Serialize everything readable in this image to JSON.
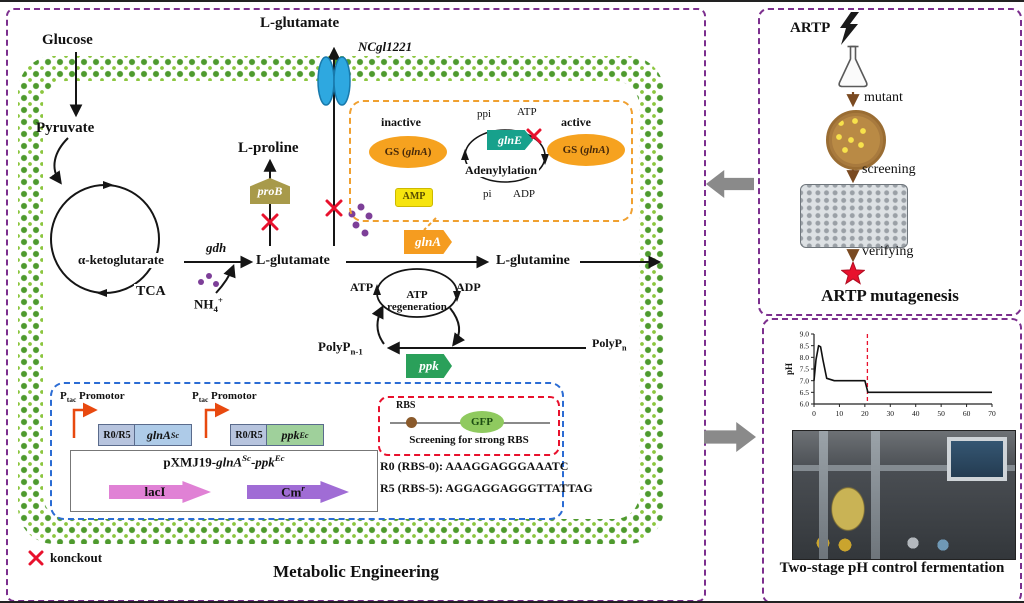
{
  "main": {
    "title": "Metabolic Engineering",
    "legend_knockout": "konckout",
    "glucose": "Glucose",
    "pyruvate": "Pyruvate",
    "alpha_ketoglutarate": "α-ketoglutarate",
    "tca": "TCA",
    "gdh": "gdh",
    "nh4": {
      "base": "NH",
      "sub": "4",
      "sup": "+"
    },
    "glutamate_mid": "L-glutamate",
    "proB": "proB",
    "proline": "L-proline",
    "glutamate_top": "L-glutamate",
    "ncgl1221": "NCgl1221",
    "glnA_tag": "glnA",
    "glutamine": "L-glutamine",
    "atp": "ATP",
    "adp": "ADP",
    "atp_regen": {
      "line1": "ATP",
      "line2": "regeneration"
    },
    "ppk_tag": "ppk",
    "polyp_prev": {
      "base": "PolyP",
      "sub": "n-1"
    },
    "polyp_n": {
      "base": "PolyP",
      "sub": "n"
    }
  },
  "gs_box": {
    "inactive": "inactive",
    "active": "active",
    "gs_label": {
      "pre": "GS (",
      "gene": "glnA",
      "post": ")"
    },
    "amp": "AMP",
    "ppi": "ppi",
    "atp": "ATP",
    "pi": "pi",
    "adp": "ADP",
    "glnE": "glnE",
    "adenylylation": "Adenylylation"
  },
  "construct": {
    "promoter": {
      "base": "P",
      "sub": "tac",
      "rest": " Promotor"
    },
    "rbs_slot": "R0/R5",
    "glnA_gene": {
      "base": "glnA",
      "sup": "Sc"
    },
    "ppk_gene": {
      "base": "ppk",
      "sup": "Ec"
    },
    "plasmid": {
      "p1": "pXMJ19-",
      "g1": "glnA",
      "s1": "Sc",
      "p2": "-",
      "g2": "ppk",
      "s2": "Ec"
    },
    "lacI": "lacI",
    "cmr": {
      "base": "Cm",
      "sup": "r"
    },
    "rbs": "RBS",
    "gfp": "GFP",
    "screening_caption": "Screening for strong RBS",
    "r0_seq": "R0 (RBS-0): AAAGGAGGGAAATC",
    "r5_seq": "R5 (RBS-5): AGGAGGAGGGTTATTAG"
  },
  "artp": {
    "title": "ARTP mutagenesis",
    "label": "ARTP",
    "mutant": "mutant",
    "screening": "screening",
    "verifying": "verifying"
  },
  "fermentation": {
    "title": "Two-stage pH control fermentation"
  },
  "chart_data": {
    "type": "line",
    "title": "",
    "xlabel": "",
    "ylabel": "pH",
    "xlim": [
      0,
      70
    ],
    "ylim": [
      6.0,
      9.0
    ],
    "xticks": [
      0,
      10,
      20,
      30,
      40,
      50,
      60,
      70
    ],
    "yticks": [
      "9.0",
      "8.5",
      "8.0",
      "7.5",
      "7.0",
      "6.5",
      "6.0"
    ],
    "grid": "off",
    "legend": "off",
    "series": [
      {
        "name": "pH",
        "x": [
          0,
          0.8,
          1.8,
          2.6,
          3.5,
          5,
          8,
          12,
          16,
          20,
          20.6,
          21.2,
          25,
          35,
          45,
          55,
          65,
          70
        ],
        "y": [
          7.0,
          7.9,
          8.5,
          8.45,
          7.9,
          7.1,
          7.0,
          7.0,
          7.0,
          7.0,
          6.75,
          6.5,
          6.5,
          6.5,
          6.5,
          6.5,
          6.5,
          6.5
        ]
      }
    ],
    "annotations": [
      {
        "type": "vline",
        "x": 21,
        "style": "dashed",
        "color": "#e8112d"
      }
    ]
  },
  "colors": {
    "panel_border": "#7c2f8e",
    "knockout_red": "#e8112d",
    "membrane_green": "#4e9a2e",
    "channel_blue": "#2ea8e0",
    "gs_orange": "#f6a21f",
    "glnE_teal": "#17a18c",
    "ppk_green": "#2aa05a",
    "proB_khaki": "#a89a4a",
    "plasmid_box_blue": "#2b6cd4",
    "rbs_box_red": "#e8112d",
    "gray_arrow": "#8a8a8a"
  }
}
